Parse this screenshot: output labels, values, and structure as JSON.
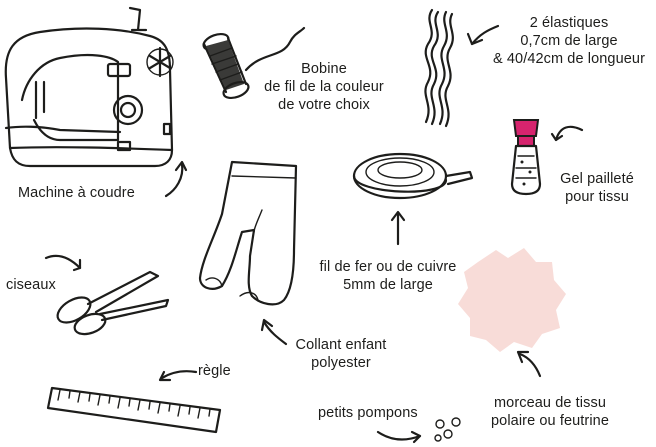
{
  "labels": {
    "machine": "Machine à coudre",
    "bobine": [
      "Bobine",
      "de fil de la couleur",
      "de votre choix"
    ],
    "elastiques": [
      "2 élastiques",
      "0,7cm de large",
      "& 40/42cm de longueur"
    ],
    "gel": [
      "Gel pailleté",
      "pour tissu"
    ],
    "fil_de_fer": [
      "fil de fer ou de cuivre",
      "5mm de large"
    ],
    "ciseaux": "ciseaux",
    "collant": [
      "Collant enfant",
      "polyester"
    ],
    "regle": "règle",
    "morceau": [
      "morceau de tissu",
      "polaire ou feutrine"
    ],
    "pompons": "petits pompons"
  },
  "colors": {
    "ink": "#1d1d1b",
    "tights": "#f7dcd8",
    "fabric": "#f8dcd8",
    "gel_cap": "#d6246e",
    "thread": "#3a3a38",
    "machine": "#ffffff"
  },
  "icons": [
    "sewing-machine-icon",
    "thread-spool-icon",
    "elastic-bands-icon",
    "glitter-gel-icon",
    "children-tights-icon",
    "wire-coil-icon",
    "scissors-icon",
    "ruler-icon",
    "fabric-piece-icon",
    "pompoms-icon"
  ]
}
